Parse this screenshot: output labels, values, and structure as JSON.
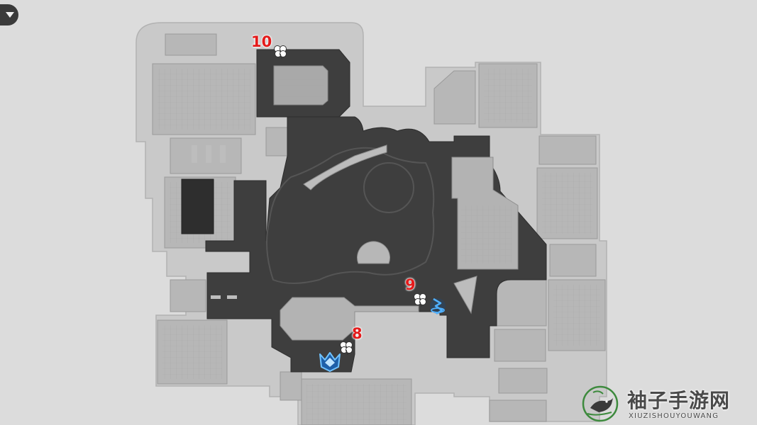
{
  "map": {
    "colors": {
      "background": "#dcdcdc",
      "outer_area": "#c8c8c8",
      "building": "#b4b4b4",
      "explorable": "#3e3e3e",
      "marker_number": "#e41b1b",
      "waypoint_icon": "#2f8fe6"
    },
    "markers": [
      {
        "number": "10",
        "icon": "clover-icon"
      },
      {
        "number": "9",
        "icon": "clover-icon"
      },
      {
        "number": "8",
        "icon": "clover-icon"
      }
    ],
    "waypoints": [
      {
        "icon": "space-anchor-icon"
      },
      {
        "icon": "crown-waypoint-icon"
      }
    ]
  },
  "controls": {
    "menu_icon": "triangle-down-icon"
  },
  "watermark": {
    "title": "袖子手游网",
    "subtitle": "XIUZISHOUYOUWANG",
    "logo_icon": "bird-logo-icon"
  }
}
